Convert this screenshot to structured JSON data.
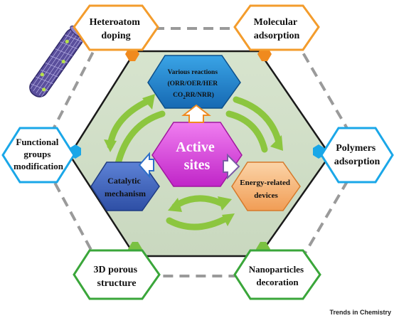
{
  "center": {
    "line1": "Active",
    "line2": "sites"
  },
  "inner": {
    "top": {
      "line1": "Various reactions",
      "line2": "(ORR/OER/HER",
      "line3_a": "CO",
      "line3_sub": "2",
      "line3_b": "RR/NRR)"
    },
    "left": {
      "line1": "Catalytic",
      "line2": "mechanism"
    },
    "right": {
      "line1": "Energy-related",
      "line2": "devices"
    }
  },
  "outer": {
    "top_left": {
      "line1": "Heteroatom",
      "line2": "doping"
    },
    "top_right": {
      "line1": "Molecular",
      "line2": "adsorption"
    },
    "left": {
      "line1": "Functional",
      "line2": "groups",
      "line3": "modification"
    },
    "right": {
      "line1": "Polymers",
      "line2": "adsorption"
    },
    "bottom_left": {
      "line1": "3D porous",
      "line2": "structure"
    },
    "bottom_right": {
      "line1": "Nanoparticles",
      "line2": "decoration"
    }
  },
  "credit": "Trends in Chemistry",
  "colors": {
    "orange": "#f39c2c",
    "blue": "#1aa7e8",
    "green": "#3aa63a",
    "magenta": "#d93cd0",
    "arrow_green": "#8cc63f",
    "gray": "#8c8c8c"
  }
}
